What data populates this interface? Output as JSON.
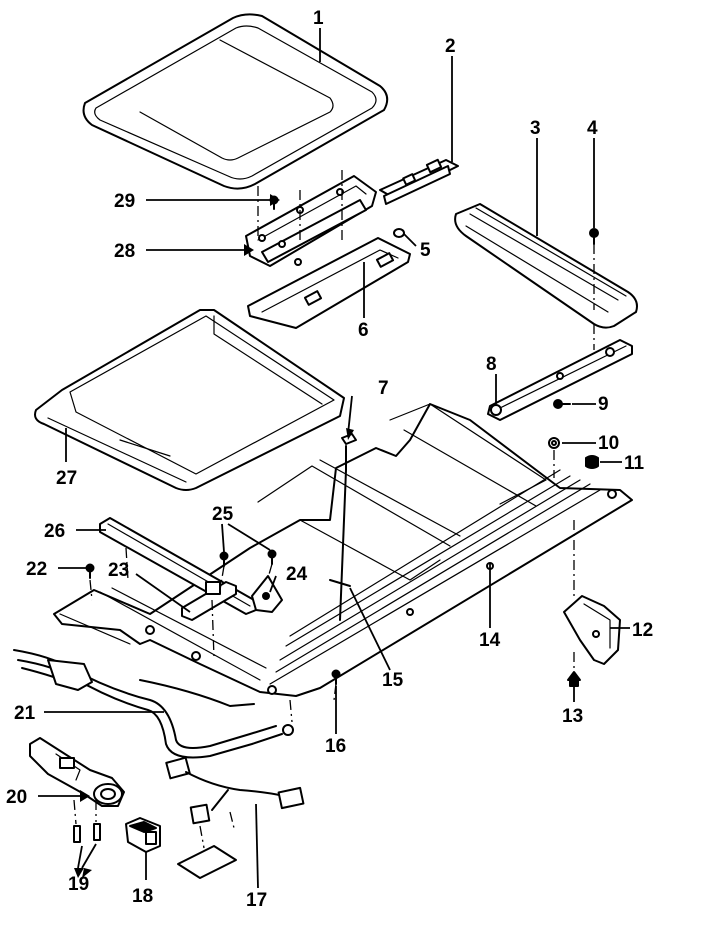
{
  "callouts": [
    {
      "id": "1",
      "label": "1"
    },
    {
      "id": "2",
      "label": "2"
    },
    {
      "id": "3",
      "label": "3"
    },
    {
      "id": "4",
      "label": "4"
    },
    {
      "id": "5",
      "label": "5"
    },
    {
      "id": "6",
      "label": "6"
    },
    {
      "id": "7",
      "label": "7"
    },
    {
      "id": "8",
      "label": "8"
    },
    {
      "id": "9",
      "label": "9"
    },
    {
      "id": "10",
      "label": "10"
    },
    {
      "id": "11",
      "label": "11"
    },
    {
      "id": "12",
      "label": "12"
    },
    {
      "id": "13",
      "label": "13"
    },
    {
      "id": "14",
      "label": "14"
    },
    {
      "id": "15",
      "label": "15"
    },
    {
      "id": "16",
      "label": "16"
    },
    {
      "id": "17",
      "label": "17"
    },
    {
      "id": "18",
      "label": "18"
    },
    {
      "id": "19",
      "label": "19"
    },
    {
      "id": "20",
      "label": "20"
    },
    {
      "id": "21",
      "label": "21"
    },
    {
      "id": "22",
      "label": "22"
    },
    {
      "id": "23",
      "label": "23"
    },
    {
      "id": "24",
      "label": "24"
    },
    {
      "id": "25",
      "label": "25"
    },
    {
      "id": "26",
      "label": "26"
    },
    {
      "id": "27",
      "label": "27"
    },
    {
      "id": "28",
      "label": "28"
    },
    {
      "id": "29",
      "label": "29"
    }
  ],
  "colors": {
    "ink": "#000000",
    "paper": "#ffffff"
  }
}
